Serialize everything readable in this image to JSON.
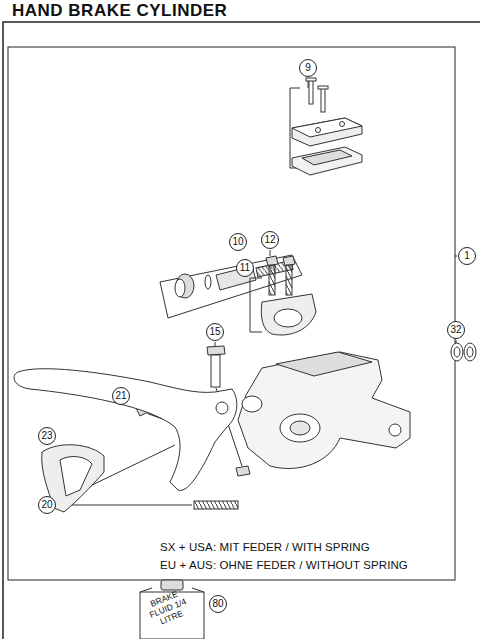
{
  "diagram": {
    "title": "HAND BRAKE CYLINDER",
    "labels": [
      "9",
      "10",
      "11",
      "12",
      "1",
      "32",
      "15",
      "21",
      "20",
      "23",
      "SX + USA: MIT FEDER / WITH SPRING",
      "EU + AUS: OHNE FEDER / WITHOUT SPRING",
      "BRAKE FLUID 1/4 LITRE",
      "80"
    ]
  }
}
